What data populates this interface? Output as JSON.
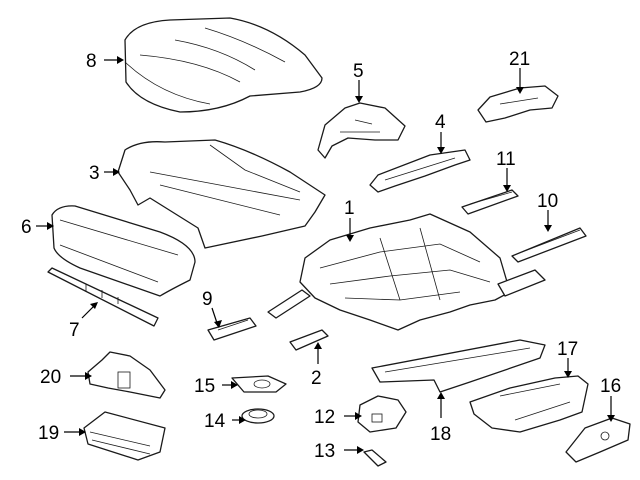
{
  "diagram": {
    "callouts": [
      {
        "id": "8",
        "label": "8"
      },
      {
        "id": "5",
        "label": "5"
      },
      {
        "id": "21",
        "label": "21"
      },
      {
        "id": "3",
        "label": "3"
      },
      {
        "id": "4",
        "label": "4"
      },
      {
        "id": "11",
        "label": "11"
      },
      {
        "id": "6",
        "label": "6"
      },
      {
        "id": "1",
        "label": "1"
      },
      {
        "id": "10",
        "label": "10"
      },
      {
        "id": "7",
        "label": "7"
      },
      {
        "id": "9",
        "label": "9"
      },
      {
        "id": "2",
        "label": "2"
      },
      {
        "id": "17",
        "label": "17"
      },
      {
        "id": "20",
        "label": "20"
      },
      {
        "id": "15",
        "label": "15"
      },
      {
        "id": "16",
        "label": "16"
      },
      {
        "id": "14",
        "label": "14"
      },
      {
        "id": "12",
        "label": "12"
      },
      {
        "id": "18",
        "label": "18"
      },
      {
        "id": "19",
        "label": "19"
      },
      {
        "id": "13",
        "label": "13"
      }
    ]
  }
}
